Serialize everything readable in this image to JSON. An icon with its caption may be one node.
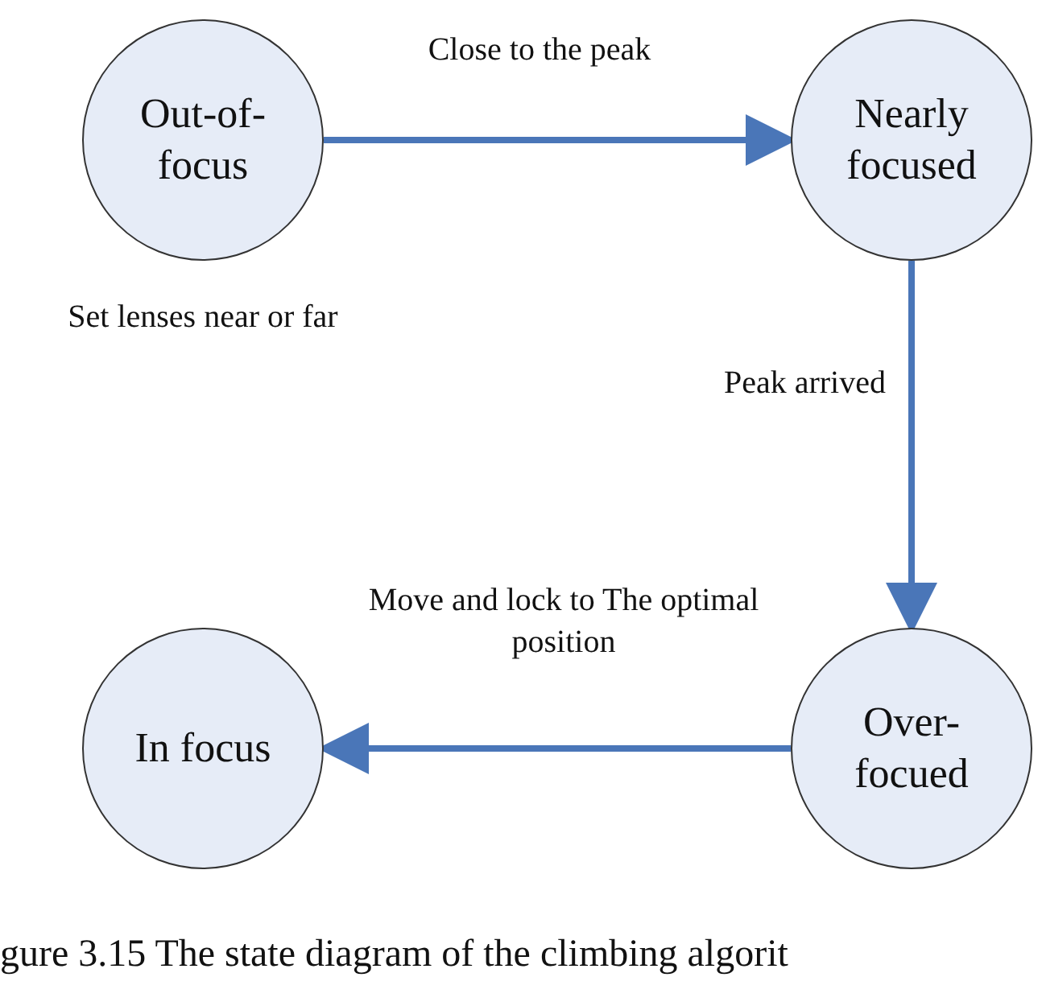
{
  "diagram": {
    "caption": "gure 3.15 The state diagram of the climbing algorit",
    "nodes": [
      {
        "text": [
          "Out-of-focus"
        ],
        "beside": [
          "Set lenses near or far"
        ]
      },
      {
        "text": [
          "Nearly focused"
        ]
      },
      {
        "text": [
          "Over-focued"
        ]
      },
      {
        "text": [
          "In focus"
        ]
      }
    ],
    "edges": [
      {
        "from": 0,
        "to": 1,
        "arrow": "to",
        "label": "Close to the peak"
      },
      {
        "from": 1,
        "to": 2,
        "arrow": "to",
        "label": "Peak arrived"
      },
      {
        "from": 2,
        "to": 3,
        "arrow": "to",
        "label": "Move and lock to The optimal position"
      }
    ]
  }
}
